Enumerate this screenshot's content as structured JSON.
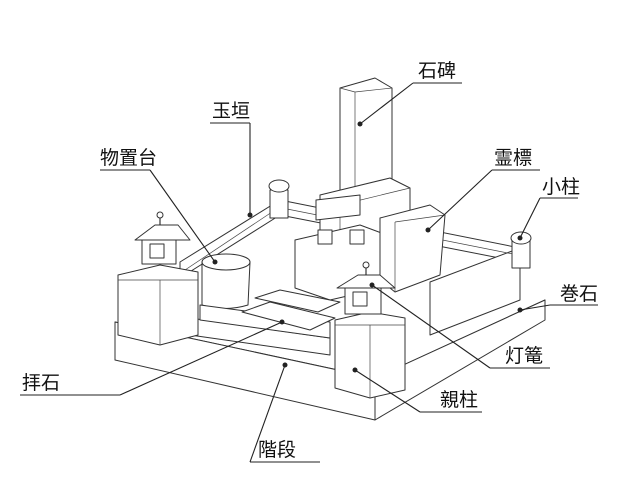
{
  "labels": {
    "sekihi": "石碑",
    "tamagaki": "玉垣",
    "monooki": "物置台",
    "reihyo": "霊標",
    "kobashira": "小柱",
    "makiishi": "巻石",
    "tourou": "灯篭",
    "oyabashira": "親柱",
    "haiseki": "拝石",
    "kaidan": "階段"
  }
}
